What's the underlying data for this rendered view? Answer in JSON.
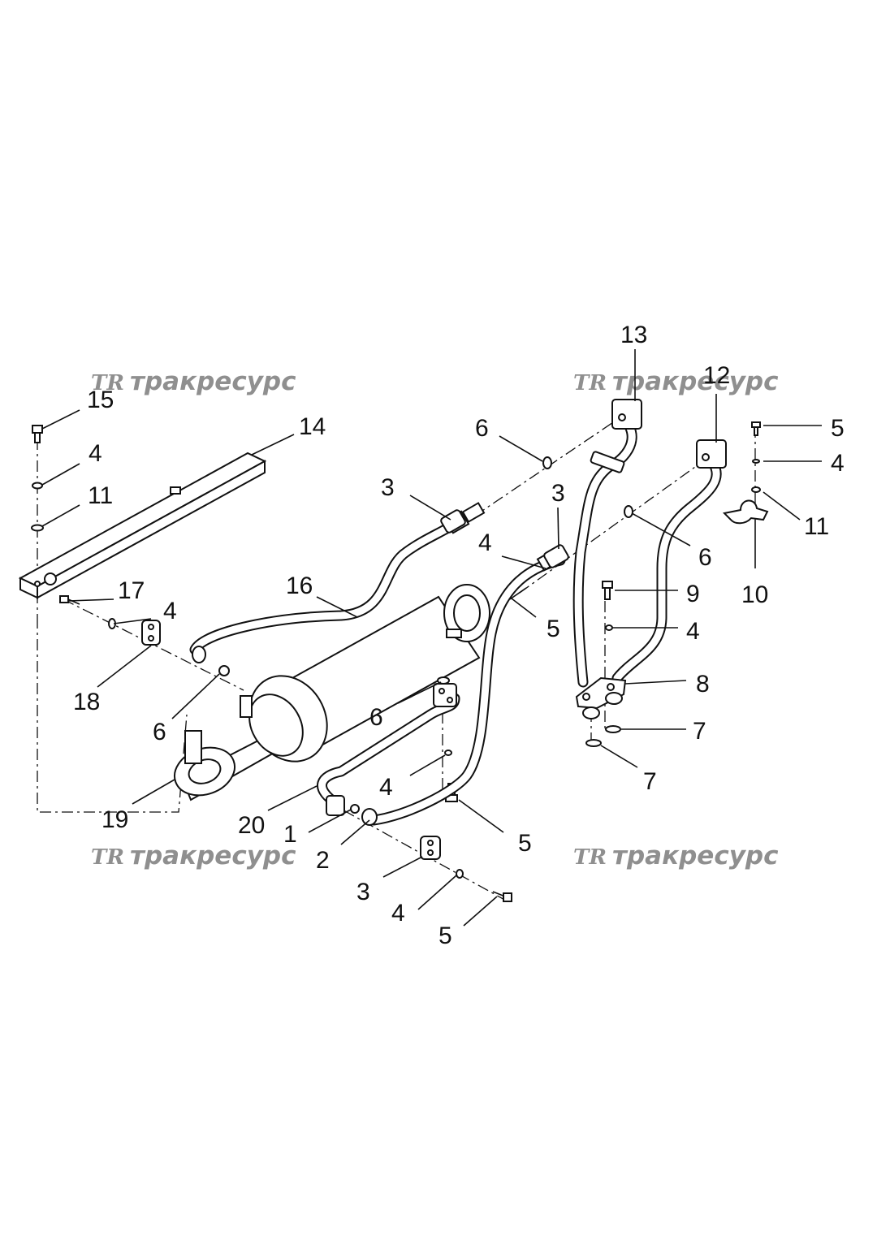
{
  "watermarks": [
    {
      "logo": "TR",
      "text": "тракресурс"
    },
    {
      "logo": "TR",
      "text": "тракресурс"
    },
    {
      "logo": "TR",
      "text": "тракресурс"
    },
    {
      "logo": "TR",
      "text": "тракресурс"
    }
  ],
  "labels": [
    {
      "text": "1"
    },
    {
      "text": "2"
    },
    {
      "text": "3"
    },
    {
      "text": "3"
    },
    {
      "text": "3"
    },
    {
      "text": "4"
    },
    {
      "text": "4"
    },
    {
      "text": "4"
    },
    {
      "text": "4"
    },
    {
      "text": "4"
    },
    {
      "text": "4"
    },
    {
      "text": "4"
    },
    {
      "text": "5"
    },
    {
      "text": "5"
    },
    {
      "text": "5"
    },
    {
      "text": "5"
    },
    {
      "text": "6"
    },
    {
      "text": "6"
    },
    {
      "text": "6"
    },
    {
      "text": "6"
    },
    {
      "text": "7"
    },
    {
      "text": "7"
    },
    {
      "text": "8"
    },
    {
      "text": "9"
    },
    {
      "text": "10"
    },
    {
      "text": "11"
    },
    {
      "text": "11"
    },
    {
      "text": "12"
    },
    {
      "text": "13"
    },
    {
      "text": "14"
    },
    {
      "text": "15"
    },
    {
      "text": "16"
    },
    {
      "text": "17"
    },
    {
      "text": "18"
    },
    {
      "text": "19"
    },
    {
      "text": "20"
    }
  ]
}
